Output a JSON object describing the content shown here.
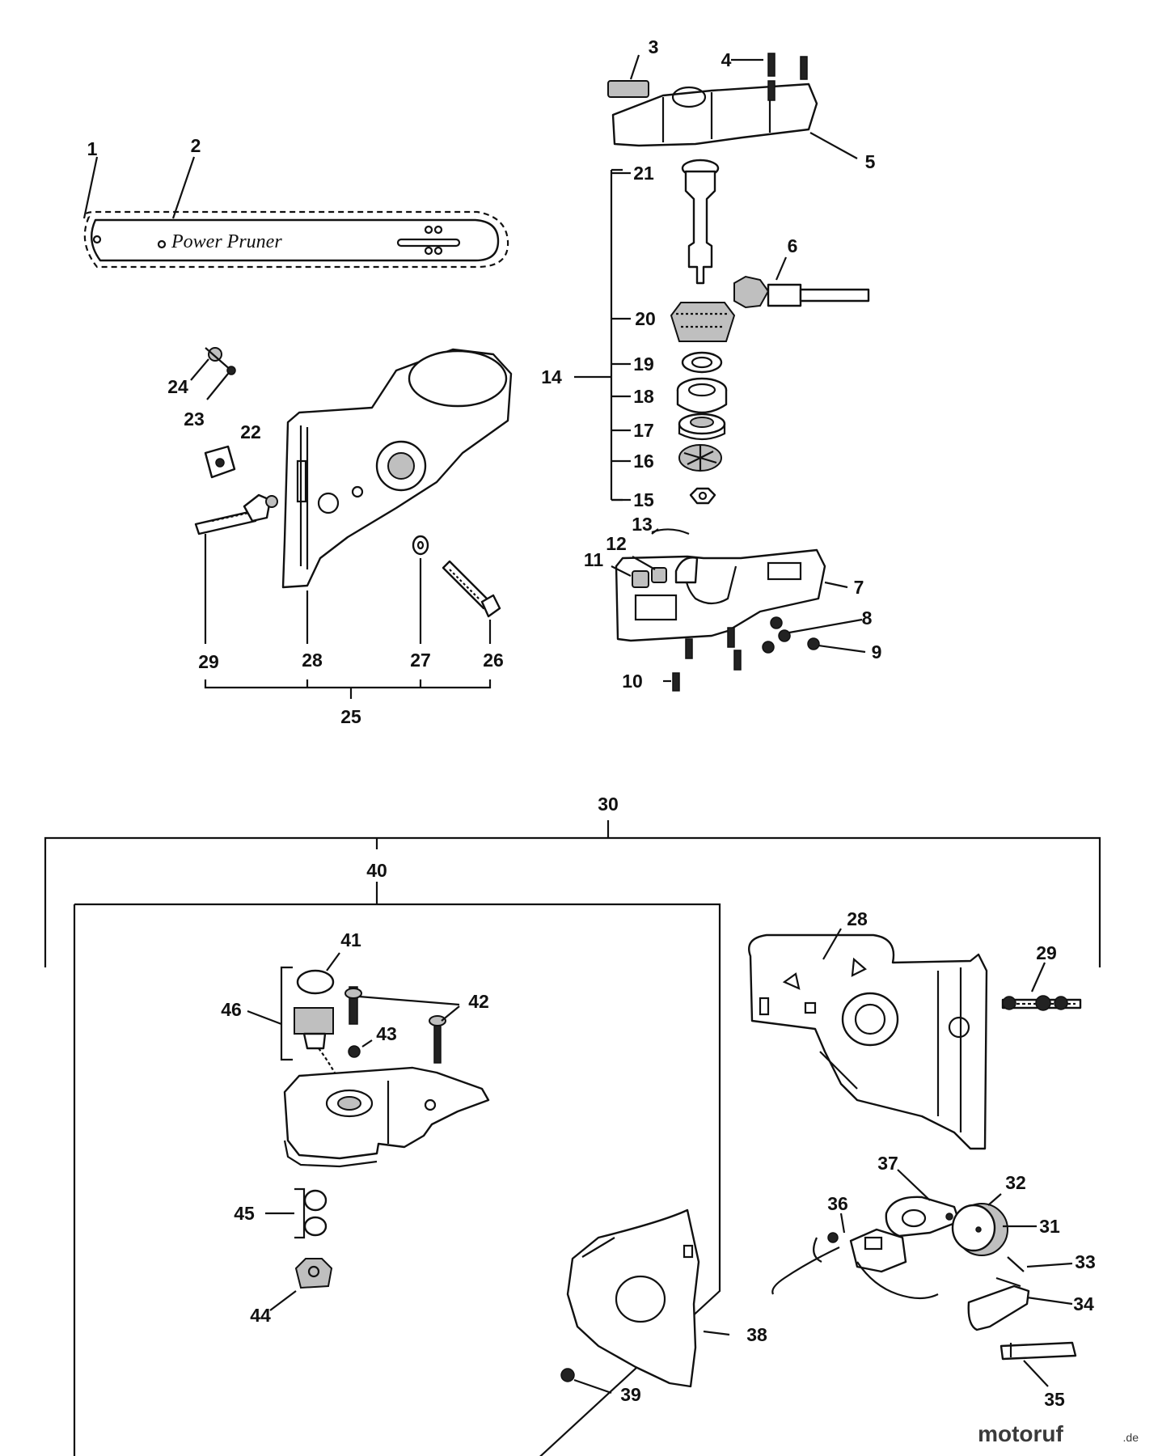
{
  "guide_bar": {
    "brand_text": "Power Pruner"
  },
  "watermark": {
    "name": "motoruf",
    "suffix": ".de"
  },
  "labels": {
    "p1": "1",
    "p2": "2",
    "p3": "3",
    "p4": "4",
    "p5": "5",
    "p6": "6",
    "p7": "7",
    "p8": "8",
    "p9": "9",
    "p10": "10",
    "p11": "11",
    "p12": "12",
    "p13": "13",
    "p14": "14",
    "p15": "15",
    "p16": "16",
    "p17": "17",
    "p18": "18",
    "p19": "19",
    "p20": "20",
    "p21": "21",
    "p22": "22",
    "p23": "23",
    "p24": "24",
    "p25": "25",
    "p26": "26",
    "p27": "27",
    "p28": "28",
    "p29": "29",
    "p30": "30",
    "p31": "31",
    "p32": "32",
    "p33": "33",
    "p34": "34",
    "p35": "35",
    "p36": "36",
    "p37": "37",
    "p38": "38",
    "p39": "39",
    "p40": "40",
    "p41": "41",
    "p42": "42",
    "p43": "43",
    "p44": "44",
    "p45": "45",
    "p46": "46",
    "p28b": "28",
    "p29b": "29"
  }
}
